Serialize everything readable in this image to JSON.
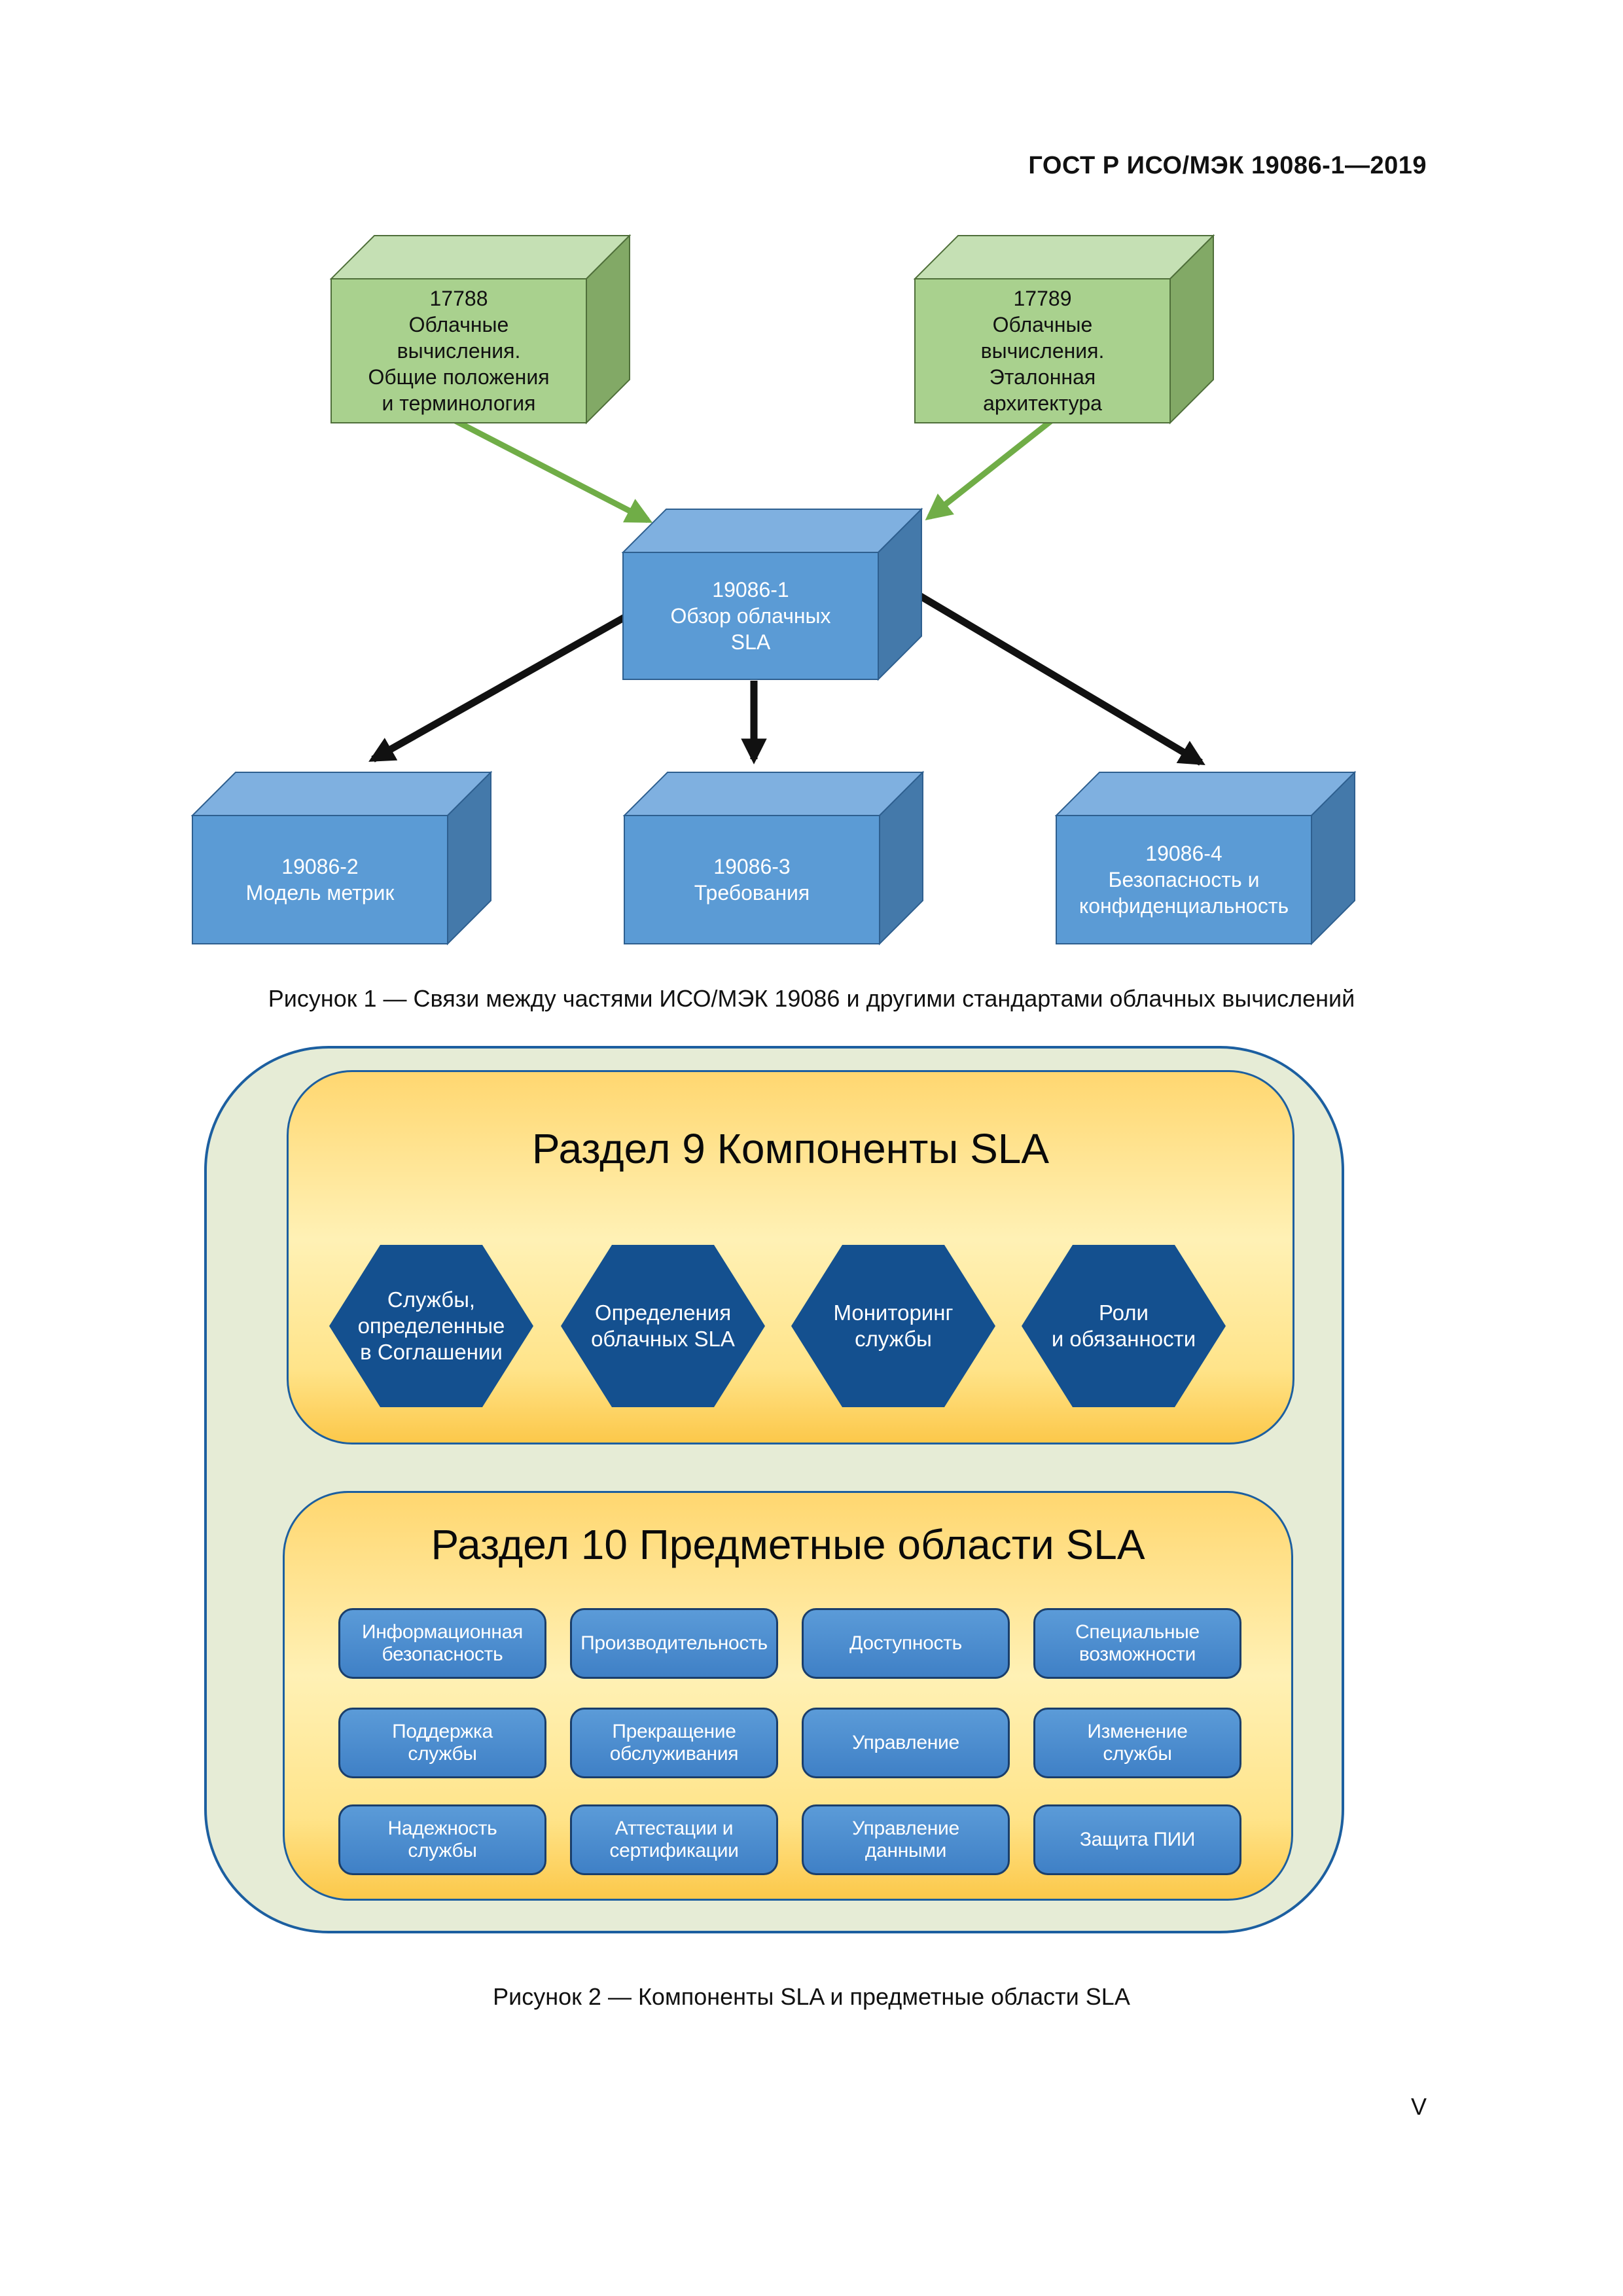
{
  "header": {
    "standard_number": "ГОСТ Р ИСО/МЭК 19086-1—2019"
  },
  "figure1": {
    "caption": "Рисунок 1 — Связи между частями ИСО/МЭК 19086 и другими стандартами облачных вычислений",
    "cubes": {
      "iso17788": {
        "lines": [
          "17788",
          "Облачные",
          "вычисления.",
          "Общие положения",
          "и терминология"
        ]
      },
      "iso17789": {
        "lines": [
          "17789",
          "Облачные",
          "вычисления.",
          "Эталонная",
          "архитектура"
        ]
      },
      "part1": {
        "lines": [
          "19086-1",
          "Обзор облачных",
          "SLA"
        ]
      },
      "part2": {
        "lines": [
          "19086-2",
          "Модель метрик"
        ]
      },
      "part3": {
        "lines": [
          "19086-3",
          "Требования"
        ]
      },
      "part4": {
        "lines": [
          "19086-4",
          "Безопасность и",
          "конфиденциальность"
        ]
      }
    }
  },
  "figure2": {
    "caption": "Рисунок 2 — Компоненты SLA и предметные области SLA",
    "section9": {
      "title": "Раздел 9  Компоненты SLA",
      "components": [
        {
          "lines": [
            "Службы,",
            "определенные",
            "в Соглашении"
          ]
        },
        {
          "lines": [
            "Определения",
            "облачных SLA"
          ]
        },
        {
          "lines": [
            "Мониторинг",
            "службы"
          ]
        },
        {
          "lines": [
            "Роли",
            "и обязанности"
          ]
        }
      ]
    },
    "section10": {
      "title": "Раздел 10  Предметные области SLA",
      "areas": [
        {
          "lines": [
            "Информационная",
            "безопасность"
          ]
        },
        {
          "lines": [
            "Производительность"
          ]
        },
        {
          "lines": [
            "Доступность"
          ]
        },
        {
          "lines": [
            "Специальные",
            "возможности"
          ]
        },
        {
          "lines": [
            "Поддержка",
            "службы"
          ]
        },
        {
          "lines": [
            "Прекращение",
            "обслуживания"
          ]
        },
        {
          "lines": [
            "Управление"
          ]
        },
        {
          "lines": [
            "Изменение",
            "службы"
          ]
        },
        {
          "lines": [
            "Надежность",
            "службы"
          ]
        },
        {
          "lines": [
            "Аттестации и",
            "сертификации"
          ]
        },
        {
          "lines": [
            "Управление",
            "данными"
          ]
        },
        {
          "lines": [
            "Защита ПИИ"
          ]
        }
      ]
    }
  },
  "page_number": "V",
  "colors": {
    "green_cube_front": "#a9d18e",
    "green_cube_top": "#c5e0b4",
    "green_cube_side": "#82a966",
    "blue_cube_front": "#5b9bd5",
    "blue_cube_top": "#7fb0e0",
    "blue_cube_side": "#4479aa",
    "green_arrow": "#70ad47",
    "black_arrow": "#111111",
    "hexagon": "#14508f",
    "outer_panel": "#e6ecd6",
    "panel_border": "#1c5fa0"
  }
}
